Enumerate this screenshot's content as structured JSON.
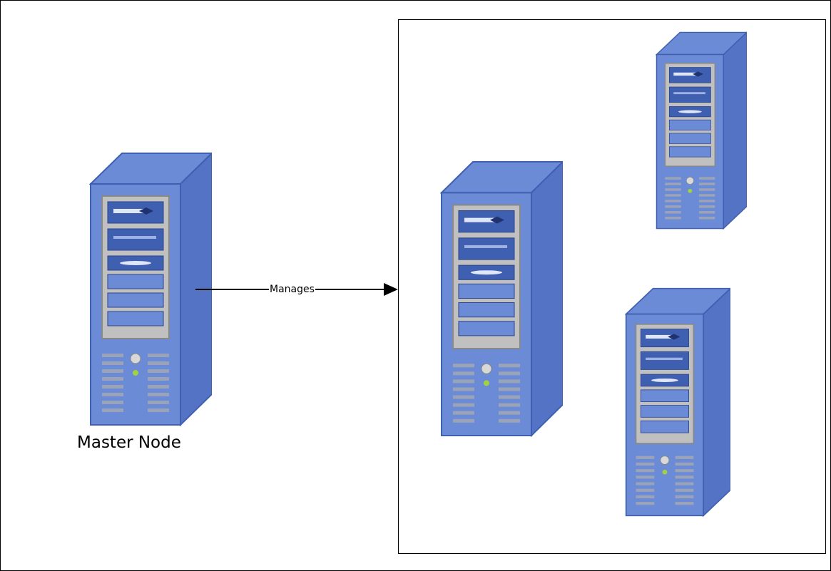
{
  "nodes": {
    "master": {
      "label": "Master Node"
    },
    "workers_count": 3
  },
  "edge": {
    "label": "Manages"
  },
  "colors": {
    "server_face": "#6b8bd6",
    "server_dark": "#3f5fb0",
    "server_side": "#5573c4",
    "panel": "#c0c0c0",
    "led": "#a3d13f"
  }
}
